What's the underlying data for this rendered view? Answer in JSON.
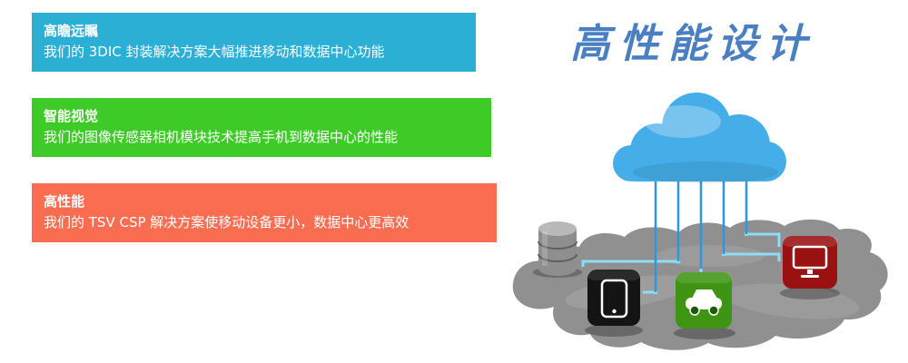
{
  "headline": {
    "text": "高性能设计",
    "color": "#4a7fc1"
  },
  "banners": [
    {
      "title": "高瞻远瞩",
      "subtitle": "我们的 3DIC 封装解决方案大幅推进移动和数据中心功能",
      "color": "#2bafd4"
    },
    {
      "title": "智能视觉",
      "subtitle": "我们的图像传感器相机模块技术提高手机到数据中心的性能",
      "color": "#3ecb28"
    },
    {
      "title": "高性能",
      "subtitle": "我们的 TSV CSP 解决方案使移动设备更小，数据中心更高效",
      "color": "#fb6d51"
    }
  ],
  "illustration": {
    "icons": [
      "cloud-icon",
      "database-icon",
      "tablet-icon",
      "car-icon",
      "monitor-icon"
    ],
    "colors": {
      "cloud": "#45aee8",
      "connector": "#2e96dc",
      "circuit": "#8fdcf7",
      "ground": "#909090",
      "database": "#8e8e8e",
      "database_top": "#b9b9b9",
      "tablet": "#141414",
      "car": "#3f9413",
      "car_wheel": "#1d5b04",
      "monitor": "#991111"
    }
  }
}
